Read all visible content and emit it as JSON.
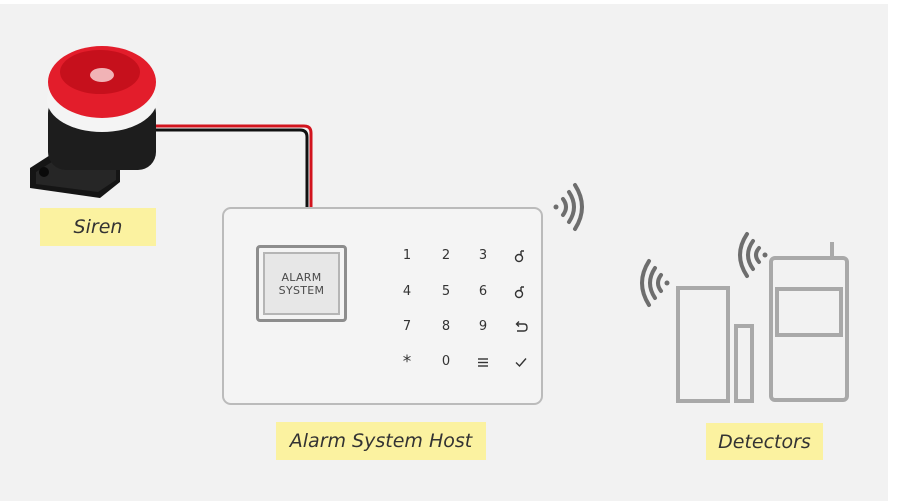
{
  "labels": {
    "siren": "Siren",
    "host": "Alarm System Host",
    "detectors": "Detectors"
  },
  "host_screen": {
    "line1": "ALARM",
    "line2": "SYSTEM"
  },
  "keypad": [
    [
      "1",
      "2",
      "3",
      "key-icon"
    ],
    [
      "4",
      "5",
      "6",
      "key-icon"
    ],
    [
      "7",
      "8",
      "9",
      "back-arrow-icon"
    ],
    [
      "*",
      "0",
      "menu-icon",
      "check-icon"
    ]
  ],
  "colors": {
    "label_bg": "#fbf2a0",
    "siren_red": "#e31d2b",
    "wire_red": "#d2141e",
    "wire_black": "#111111",
    "outline_gray": "#a9a9a9"
  }
}
